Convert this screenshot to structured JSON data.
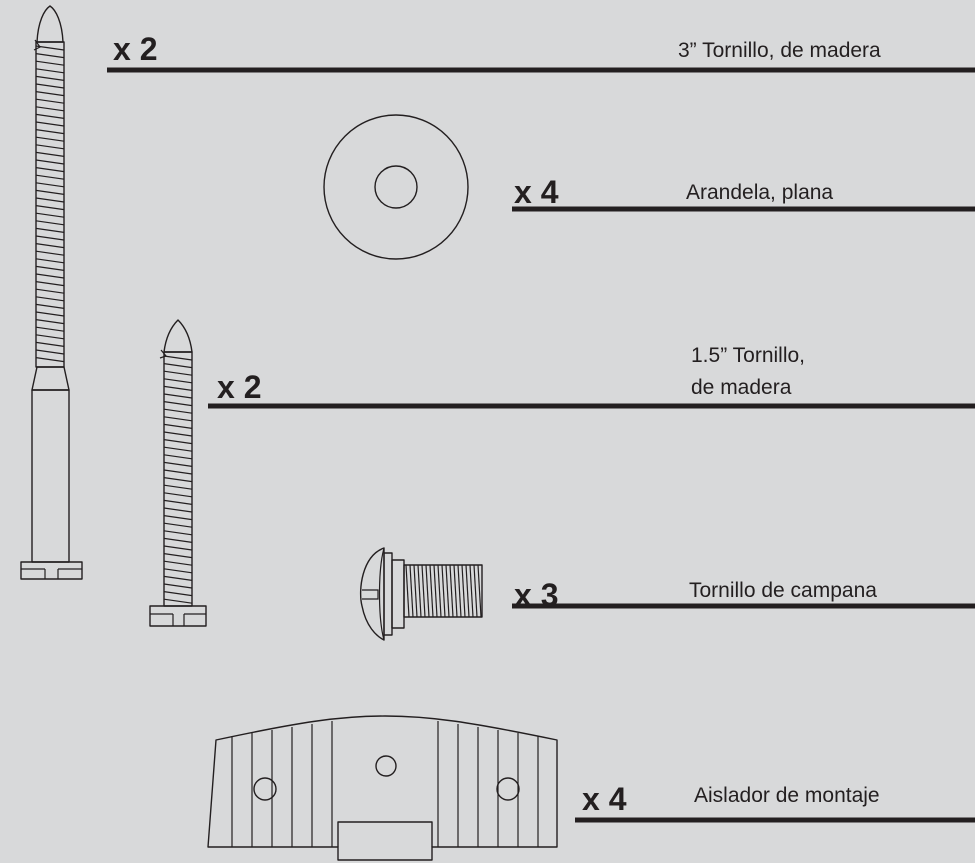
{
  "colors": {
    "background": "#d8d9da",
    "ink": "#231f20"
  },
  "parts": [
    {
      "id": "wood-screw-3in",
      "icon": "long-wood-screw-icon",
      "quantity": "x 2",
      "label_lines": [
        "3” Tornillo, de madera"
      ]
    },
    {
      "id": "flat-washer",
      "icon": "flat-washer-icon",
      "quantity": "x 4",
      "label_lines": [
        "Arandela, plana"
      ]
    },
    {
      "id": "wood-screw-1-5in",
      "icon": "short-wood-screw-icon",
      "quantity": "x 2",
      "label_lines": [
        "1.5” Tornillo,",
        "de madera"
      ]
    },
    {
      "id": "bell-screw",
      "icon": "bell-screw-icon",
      "quantity": "x 3",
      "label_lines": [
        "Tornillo de campana"
      ]
    },
    {
      "id": "mount-isolator",
      "icon": "mount-isolator-icon",
      "quantity": "x 4",
      "label_lines": [
        "Aislador de montaje"
      ]
    }
  ]
}
